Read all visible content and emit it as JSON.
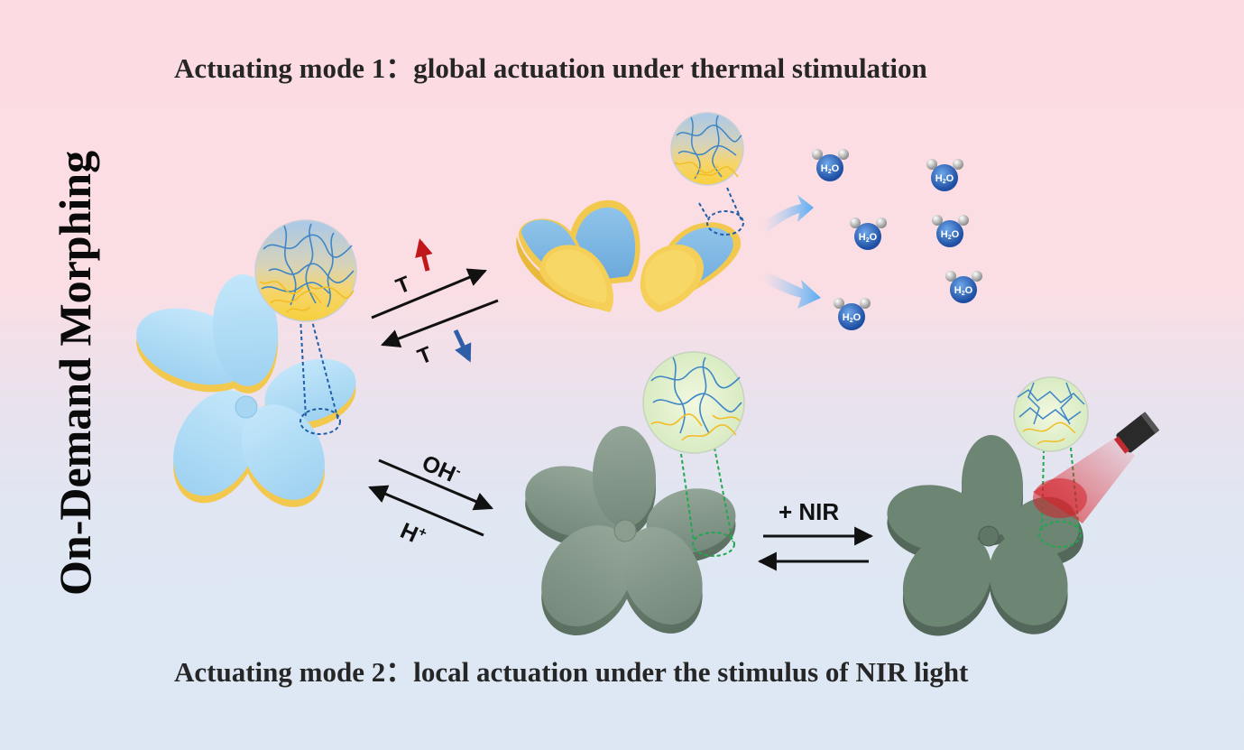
{
  "titles": {
    "mode1": "Actuating mode 1：global actuation under thermal stimulation",
    "mode2": "Actuating mode 2：local actuation under the stimulus of NIR light",
    "side": "On-Demand Morphing"
  },
  "arrows": {
    "thermal_forward": "T",
    "thermal_reverse": "T",
    "base": "OH",
    "base_sup": "-",
    "acid": "H",
    "acid_sup": "+",
    "nir": "+ NIR"
  },
  "water": {
    "label": "H",
    "sub": "2",
    "tail": "O"
  },
  "colors": {
    "petal_blue": "#a9d8f3",
    "petal_yellow": "#f4d05a",
    "petal_green": "#7f9486",
    "network_blue": "#3f86c6",
    "network_yellow": "#f2bd25",
    "heat_arrow": "#c0171b",
    "cool_arrow": "#2e5ea8",
    "laser": "#d8252d"
  }
}
